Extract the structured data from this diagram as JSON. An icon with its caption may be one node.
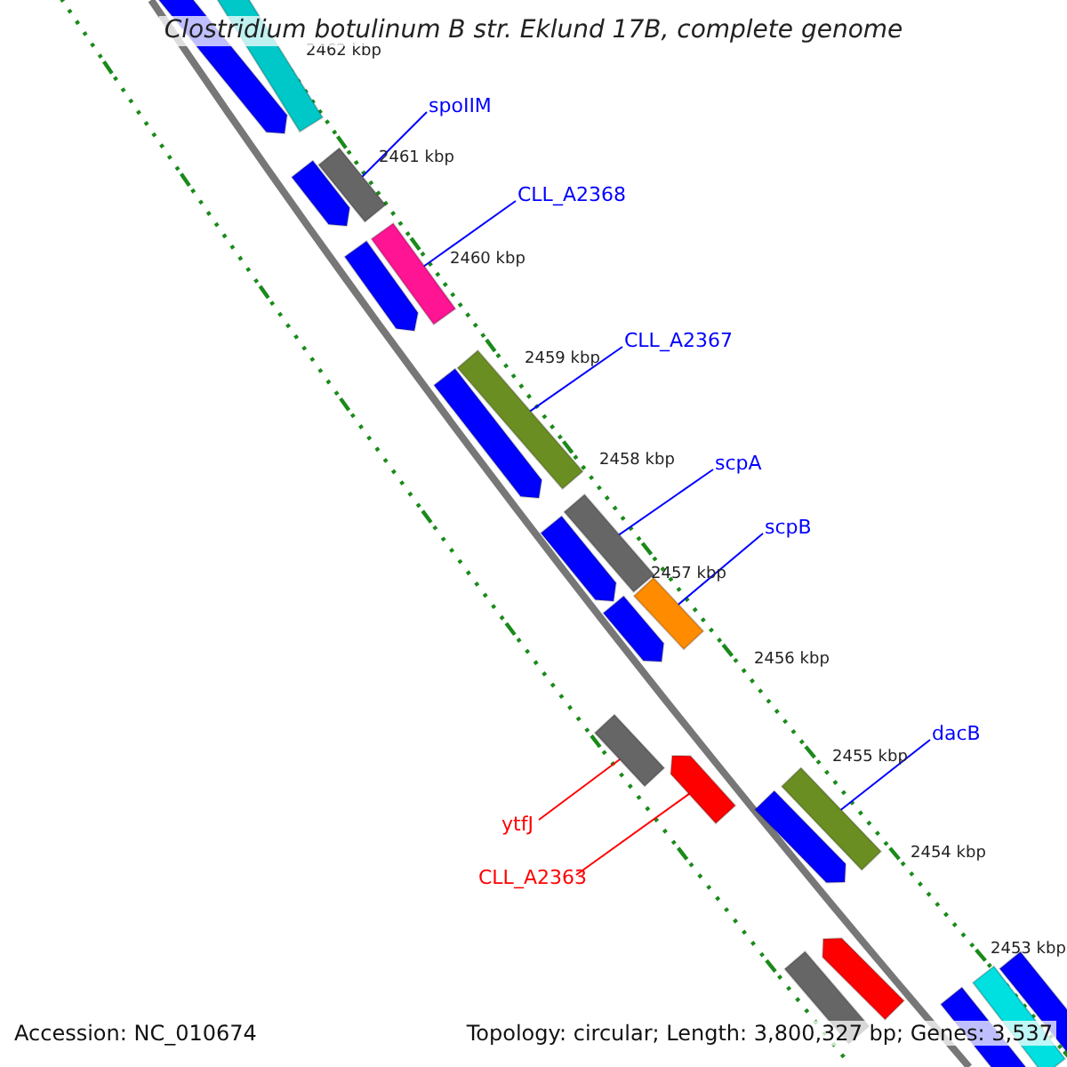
{
  "diagram": {
    "title": "Clostridium botulinum B str. Eklund 17B, complete genome",
    "nodes": [
      {
        "text": [
          "spoIIM"
        ]
      },
      {
        "text": [],
        "shape": "bar"
      },
      {
        "text": [
          "CLL_A2368"
        ]
      },
      {
        "text": [],
        "shape": "bar"
      },
      {
        "text": [
          "CLL_A2367"
        ]
      },
      {
        "text": [],
        "shape": "bar"
      },
      {
        "text": [
          "scpA"
        ]
      },
      {
        "text": [],
        "shape": "bar"
      },
      {
        "text": [
          "scpB"
        ]
      },
      {
        "text": [],
        "shape": "bar"
      },
      {
        "text": [
          "dacB"
        ]
      },
      {
        "text": [],
        "shape": "bar"
      },
      {
        "text": [
          "ytfJ"
        ]
      },
      {
        "text": [],
        "shape": "bar"
      },
      {
        "text": [
          "CLL_A2363"
        ]
      },
      {
        "text": [],
        "shape": "bar"
      },
      {
        "text": [],
        "shape": "bar"
      },
      {
        "text": [],
        "shape": "bar"
      },
      {
        "text": [],
        "shape": "bar"
      },
      {
        "text": [],
        "shape": "bar"
      },
      {
        "text": [],
        "shape": "bar"
      },
      {
        "text": [],
        "shape": "bar"
      },
      {
        "text": [],
        "shape": "bar"
      },
      {
        "text": [],
        "shape": "bar"
      },
      {
        "text": [],
        "shape": "bar"
      },
      {
        "text": [],
        "shape": "bar"
      },
      {
        "text": [],
        "shape": "bar"
      },
      {
        "text": [],
        "shape": "bar"
      },
      {
        "text": [],
        "shape": "bar"
      }
    ],
    "edges": [
      {
        "from": 0,
        "to": 1,
        "arrow": "none"
      },
      {
        "from": 2,
        "to": 3,
        "arrow": "none"
      },
      {
        "from": 4,
        "to": 5,
        "arrow": "none"
      },
      {
        "from": 6,
        "to": 7,
        "arrow": "none"
      },
      {
        "from": 8,
        "to": 9,
        "arrow": "none"
      },
      {
        "from": 10,
        "to": 11,
        "arrow": "none"
      },
      {
        "from": 12,
        "to": 13,
        "arrow": "none",
        "color": "#ff0000"
      },
      {
        "from": 14,
        "to": 15,
        "arrow": "none",
        "color": "#ff0000"
      }
    ],
    "labels": [
      "2462 kbp",
      "2461 kbp",
      "2460 kbp",
      "2459 kbp",
      "2458 kbp",
      "2457 kbp",
      "2456 kbp",
      "2455 kbp",
      "2454 kbp",
      "2453 kbp",
      "Accession: NC_010674",
      "Topology: circular; Length: 3,800,327 bp; Genes: 3,537"
    ]
  }
}
